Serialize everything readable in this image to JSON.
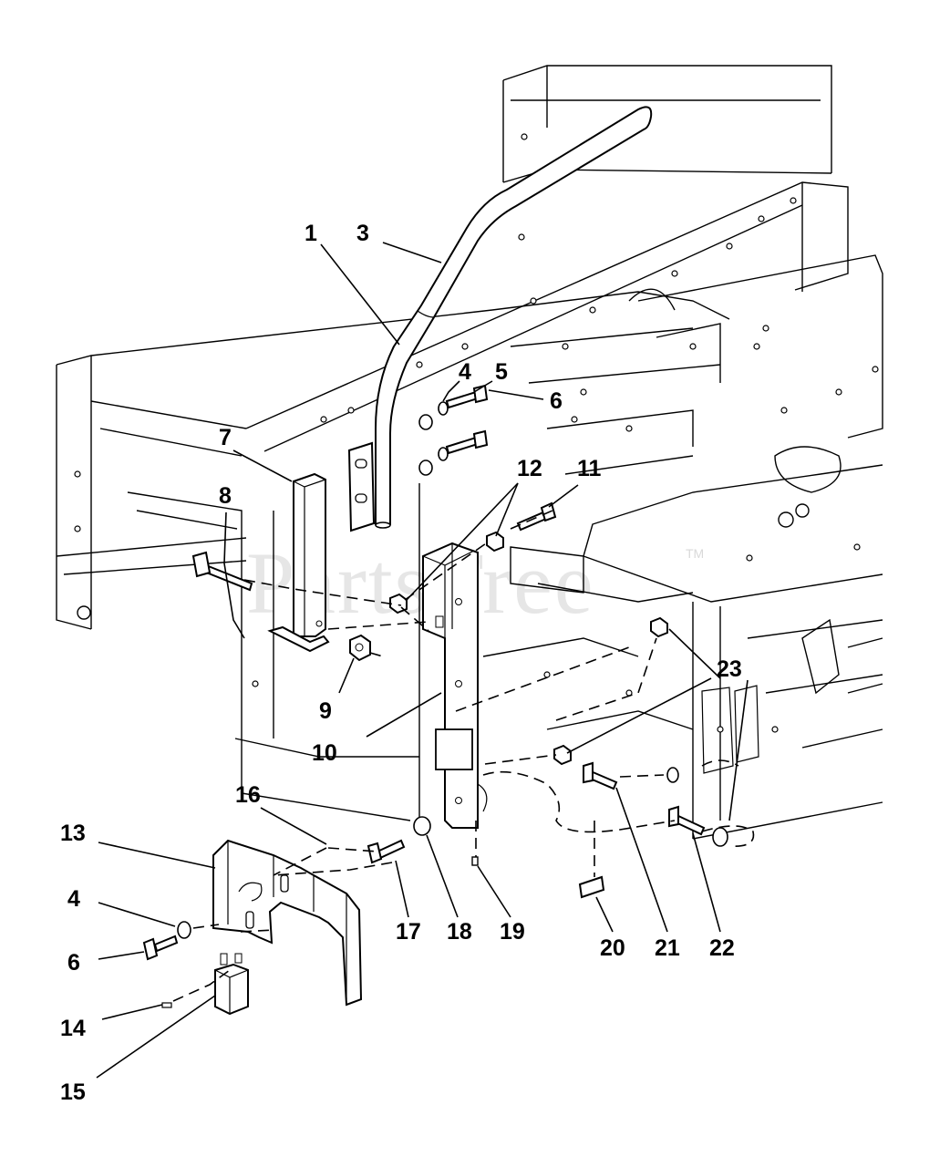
{
  "watermark": {
    "text": "PartsTree",
    "trademark": "TM"
  },
  "callouts": {
    "c1": "1",
    "c3": "3",
    "c4a": "4",
    "c5": "5",
    "c6a": "6",
    "c7": "7",
    "c8": "8",
    "c9": "9",
    "c10": "10",
    "c11": "11",
    "c12": "12",
    "c13": "13",
    "c4b": "4",
    "c6b": "6",
    "c14": "14",
    "c15": "15",
    "c16": "16",
    "c17": "17",
    "c18": "18",
    "c19": "19",
    "c20": "20",
    "c21": "21",
    "c22": "22",
    "c23": "23"
  }
}
